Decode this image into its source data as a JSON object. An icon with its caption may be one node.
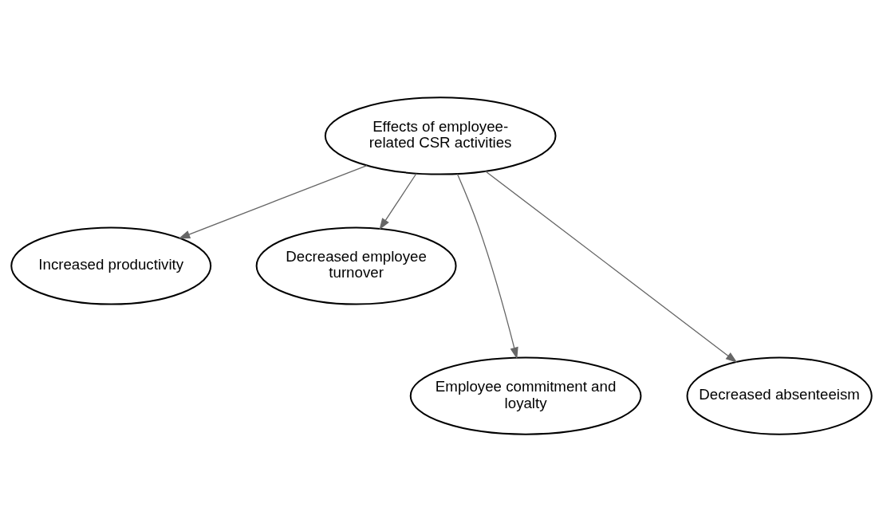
{
  "diagram": {
    "nodes": [
      {
        "text": [
          "Effects of employee-related CSR activities"
        ]
      },
      {
        "text": [
          "Increased productivity"
        ]
      },
      {
        "text": [
          "Decreased employee turnover"
        ]
      },
      {
        "text": [
          "Employee commitment and loyalty"
        ]
      },
      {
        "text": [
          "Decreased absenteeism"
        ]
      }
    ],
    "edges": [
      {
        "from": 0,
        "to": 1,
        "arrow": "to"
      },
      {
        "from": 0,
        "to": 3,
        "arrow": "to"
      },
      {
        "from": 0,
        "to": 4,
        "arrow": "to"
      },
      {
        "from": 0,
        "to": 2,
        "arrow": "to"
      }
    ]
  }
}
